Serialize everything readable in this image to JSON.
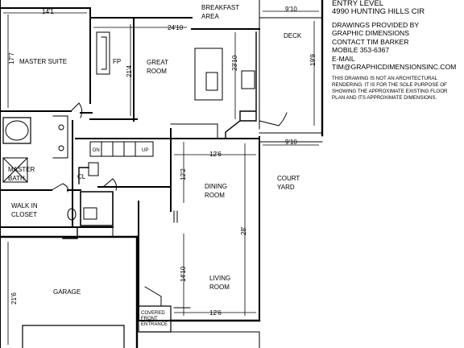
{
  "header": {
    "level": "ENTRY LEVEL",
    "address": "4990 HUNTING HILLS CIR"
  },
  "credits": {
    "line1": "DRAWINGS PROVIDED BY",
    "line2": "GRAPHIC DIMENSIONS",
    "line3": "CONTACT TIM BARKER",
    "line4": "MOBILE 353-6367",
    "line5": "E-MAIL",
    "line6": "TIM@GRAPHICDIMENSIONSINC.COM"
  },
  "disclaimer": {
    "line1": "THIS DRAWING IS NOT AN ARCHITECTURAL",
    "line2": "RENDERING. IT IS FOR THE SOLE PURPOSE OF",
    "line3": "SHOWING THE APPROXIMATE EXISTING FLOOR",
    "line4": "PLAN AND ITS APPROXIMATE  DIMENSIONS."
  },
  "rooms": {
    "master_suite": "MASTER SUITE",
    "fp": "FP",
    "great_room_1": "GREAT",
    "great_room_2": "ROOM",
    "breakfast_1": "BREAKFAST",
    "breakfast_2": "AREA",
    "deck": "DECK",
    "master_bath_1": "MASTER",
    "master_bath_2": "BATH",
    "closet_cl": "CL",
    "walk_in_1": "WALK IN",
    "walk_in_2": "CLOSET",
    "dining_1": "DINING",
    "dining_2": "ROOM",
    "court_1": "COURT",
    "court_2": "YARD",
    "living_1": "LIVING",
    "living_2": "ROOM",
    "garage": "GARAGE",
    "entrance_1": "COVERED",
    "entrance_2": "FRONT",
    "entrance_3": "ENTRANCE",
    "stair_dn": "DN",
    "stair_up": "UP"
  },
  "dimensions": {
    "master_width": "14'1",
    "master_depth": "17'7",
    "great_depth": "21'4",
    "great_width": "24'10",
    "kitchen_depth": "23'10",
    "deck_width": "9'10",
    "deck_depth": "19'9",
    "court_width": "9'10",
    "dining_width": "12'6",
    "dining_depth": "12'2",
    "dining_living_depth": "28'",
    "living_depth": "14'10",
    "living_width": "12'6",
    "garage_depth": "21'6"
  }
}
